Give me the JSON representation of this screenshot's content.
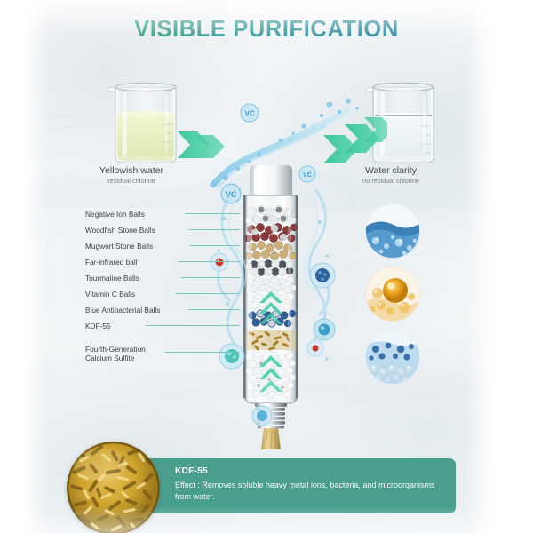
{
  "page": {
    "title": "VISIBLE PURIFICATION",
    "background_color": "#eef3f5",
    "accent_green": "#3faa7c",
    "accent_teal": "#4a9e8e",
    "leader_line_color": "#72c4b3"
  },
  "beakers": {
    "left": {
      "caption": "Yellowish water",
      "subcaption": "residual chlorine",
      "liquid_color": "#e9eec4"
    },
    "right": {
      "caption": "Water clarity",
      "subcaption": "no residual chlorine",
      "liquid_color": "#eef3f5"
    }
  },
  "flow": {
    "badge_label": "VC",
    "arrow_color": "#3fc79a",
    "splash_color": "#8fd0ea"
  },
  "filter_labels": [
    {
      "text": "Negative Ion Balls"
    },
    {
      "text": "Woodfish Stone Balls"
    },
    {
      "text": "Mugwort Stone Balls"
    },
    {
      "text": "Far-infrared ball"
    },
    {
      "text": "Tourmaline Balls"
    },
    {
      "text": "Vitamin C Balls"
    },
    {
      "text": "Blue Antibacterial Balls"
    },
    {
      "text": "KDF-55"
    },
    {
      "text": "Fourth-Generation"
    },
    {
      "text": "Calcium Sulfite"
    }
  ],
  "detail_circles": [
    {
      "name": "water-splash-detail",
      "tint": "#4a90c4"
    },
    {
      "name": "amber-bead-detail",
      "tint": "#e8a33a"
    },
    {
      "name": "blue-beads-detail",
      "tint": "#5a9fd4"
    }
  ],
  "kdf_panel": {
    "title": "KDF-55",
    "effect": "Effect : Removes soluble heavy metal ions, bacteria, and microorganisms from water.",
    "panel_color": "#4a9e8e",
    "granule_color": "#d4a02c"
  }
}
